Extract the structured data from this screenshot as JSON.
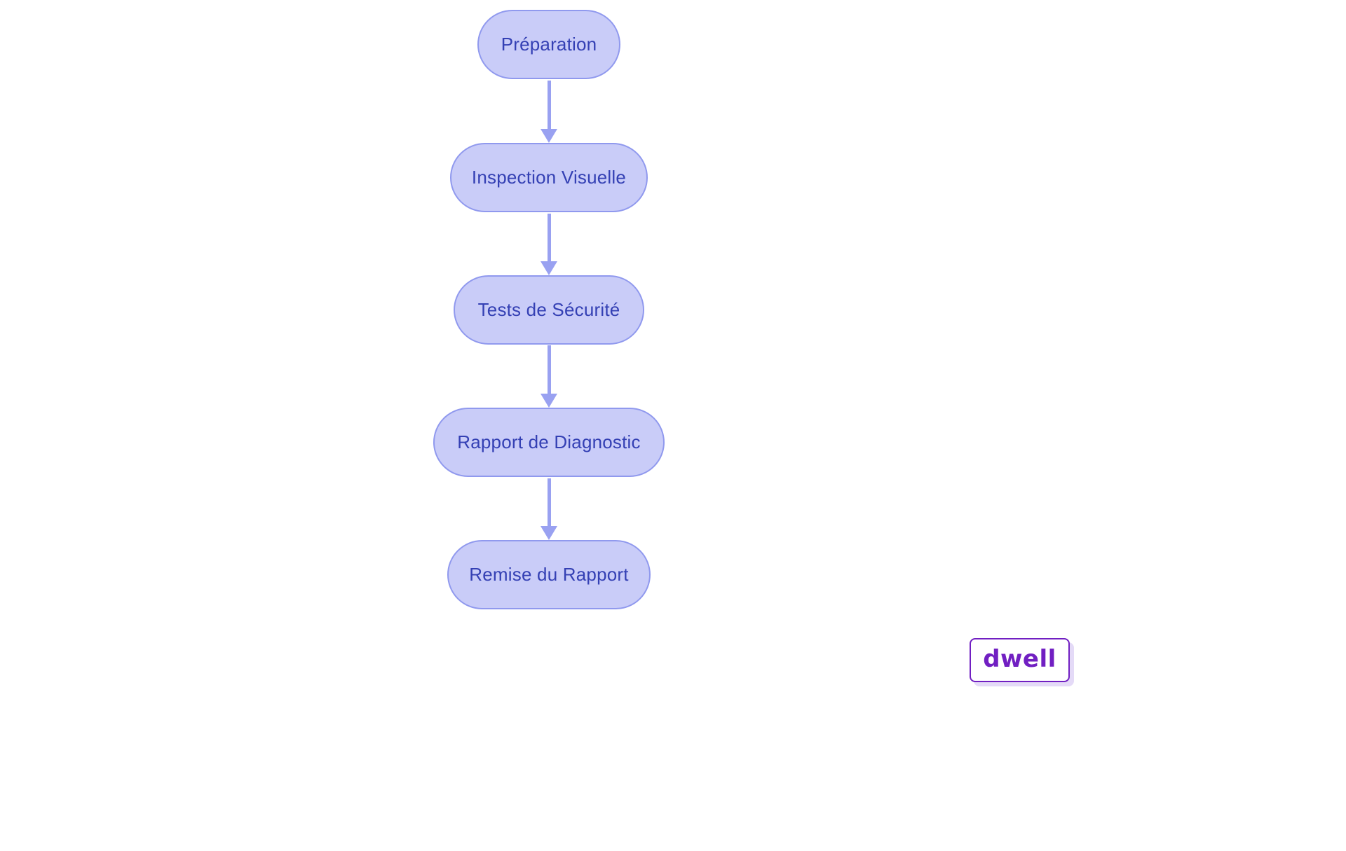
{
  "diagram": {
    "type": "flowchart",
    "direction": "top-to-bottom",
    "nodes": [
      {
        "id": "preparation",
        "label": "Préparation"
      },
      {
        "id": "inspection-visuelle",
        "label": "Inspection Visuelle"
      },
      {
        "id": "tests-de-securite",
        "label": "Tests de Sécurité"
      },
      {
        "id": "rapport-de-diagnostic",
        "label": "Rapport de Diagnostic"
      },
      {
        "id": "remise-du-rapport",
        "label": "Remise du Rapport"
      }
    ],
    "edges": [
      {
        "from": "preparation",
        "to": "inspection-visuelle"
      },
      {
        "from": "inspection-visuelle",
        "to": "tests-de-securite"
      },
      {
        "from": "tests-de-securite",
        "to": "rapport-de-diagnostic"
      },
      {
        "from": "rapport-de-diagnostic",
        "to": "remise-du-rapport"
      }
    ],
    "colors": {
      "node_fill": "#c9ccf8",
      "node_border": "#9099ee",
      "node_text": "#3440b4",
      "arrow": "#99a1f1",
      "background": "#ffffff"
    }
  },
  "branding": {
    "logo_text": "dwell",
    "logo_color": "#711fc2"
  }
}
